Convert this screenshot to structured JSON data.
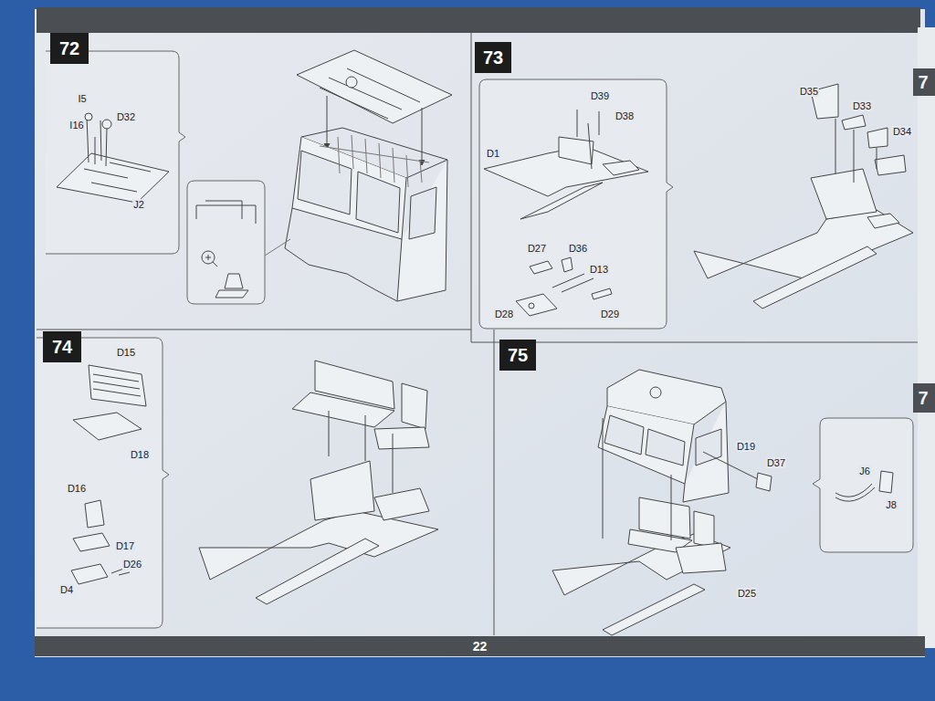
{
  "diagram": {
    "nodes": [
      {
        "text": [
          "72"
        ]
      },
      {
        "text": [
          "73"
        ]
      },
      {
        "text": [
          "74"
        ]
      },
      {
        "text": [
          "75"
        ]
      },
      {
        "text": [
          "22"
        ]
      }
    ],
    "edges": [],
    "labels": [
      "I5",
      "D32",
      "I16",
      "J2",
      "D39",
      "D38",
      "D1",
      "D35",
      "D33",
      "D34",
      "D27",
      "D36",
      "D13",
      "D28",
      "D29",
      "D15",
      "D18",
      "D16",
      "D17",
      "D26",
      "D4",
      "D19",
      "D37",
      "J6",
      "J8",
      "D25",
      "7",
      "7"
    ]
  }
}
